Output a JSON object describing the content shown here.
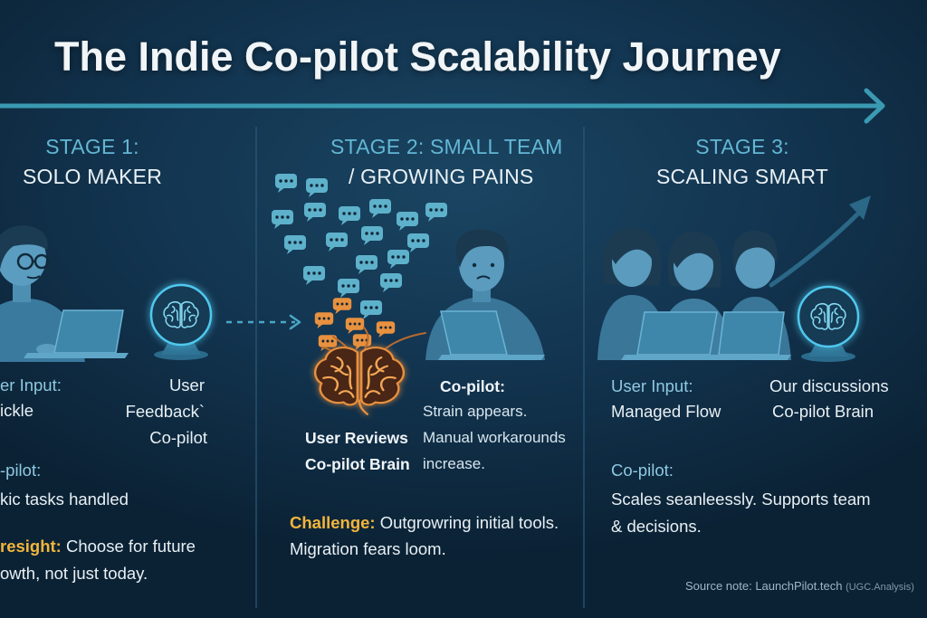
{
  "title": "The Indie Co-pilot Scalability Journey",
  "colors": {
    "background": "#133652",
    "journey_arrow": "#3a9ab1",
    "stage_heading": "#63b7d4",
    "label_blue": "#8ec9e2",
    "highlight_yellow": "#f2b53b",
    "chat_bubble_teal": "#5eb1cb",
    "brain_orange": "#e8913f",
    "orb_glow": "#4fc8ee"
  },
  "stage1": {
    "heading_line1": "STAGE 1:",
    "heading_line2": "SOLO MAKER",
    "input_label": "er Input:",
    "input_value": "ickle",
    "feedback_lines": [
      "User",
      "Feedback`",
      "Co-pilot"
    ],
    "copilot_label": "-pilot:",
    "copilot_text": "kic tasks handled",
    "foresight_label": "resight:",
    "foresight_text": "Choose for future",
    "foresight_text_line2": "owth, not just today.",
    "icons": [
      "person-with-glasses-icon",
      "laptop-icon",
      "glowing-brain-orb-icon",
      "dashed-arrow-icon"
    ]
  },
  "stage2": {
    "heading_line1": "STAGE 2: SMALL TEAM",
    "heading_line2": "/ GROWING PAINS",
    "reviews_lines": [
      "User Reviews",
      "Co-pilot Brain"
    ],
    "copilot_label": "Co-pilot:",
    "copilot_lines": [
      "Strain appears.",
      "Manual workarounds",
      "increase."
    ],
    "challenge_label": "Challenge:",
    "challenge_text": "Outgrowring initial tools.",
    "challenge_text_line2": "Migration fears loom.",
    "icons": [
      "chat-bubble-icon",
      "overloaded-brain-icon",
      "person-icon",
      "laptop-icon"
    ]
  },
  "stage3": {
    "heading_line1": "STAGE 3:",
    "heading_line2": "SCALING SMART",
    "input_label": "User Input:",
    "input_value": "Managed Flow",
    "discussions_lines": [
      "Our discussions",
      "Co-pilot Brain"
    ],
    "copilot_label": "Co-pilot:",
    "copilot_lines": [
      "Scales seanleessly. Supports team",
      "& decisions."
    ],
    "icons": [
      "team-of-three-icon",
      "laptop-icon",
      "growth-arrow-icon",
      "glowing-brain-orb-icon"
    ]
  },
  "source_note": {
    "text": "Source note: LaunchPilot.tech",
    "qualifier": "(UGC.Analysis)"
  }
}
